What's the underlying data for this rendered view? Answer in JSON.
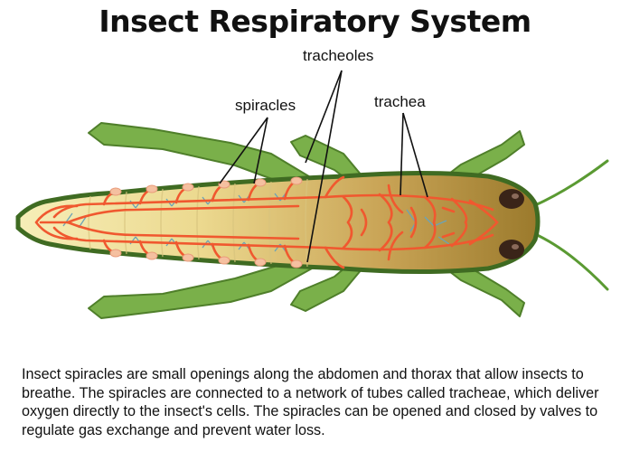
{
  "title": "Insect Respiratory System",
  "labels": {
    "tracheoles": "tracheoles",
    "spiracles": "spiracles",
    "trachea": "trachea"
  },
  "description": "Insect spiracles are small openings along the abdomen and thorax that allow insects to breathe. The spiracles are connected to a network of tubes called tracheae, which deliver oxygen directly to the insect's cells. The spiracles can be opened and closed by valves to regulate gas exchange and prevent water loss.",
  "colors": {
    "leg": "#7ab04a",
    "leg_outline": "#4f7f2a",
    "body_front": "#f3e9ae",
    "body_rear": "#9b7a2c",
    "outline": "#3f6b22",
    "trachea": "#f0582f",
    "tracheole": "#6aa3b8",
    "spiracle": "#f5c0a0",
    "eye": "#3a2418"
  }
}
